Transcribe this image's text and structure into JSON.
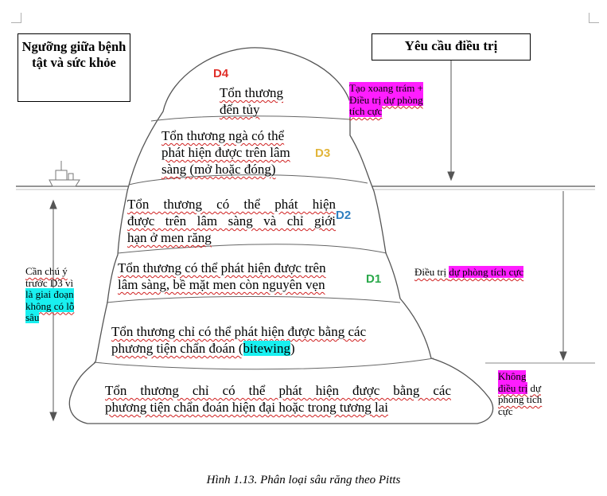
{
  "threshold_box": "Ngưỡng giữa bệnh tật và sức khỏe",
  "treatment_box": "Yêu cầu điều trị",
  "levels": {
    "d4_tag": "D4",
    "d4_text": [
      "Tổn thương",
      "đến tủy"
    ],
    "d3_tag": "D3",
    "d3_text": [
      "Tổn thương ngà có thể",
      "phát hiện được trên lâm",
      "sàng (mở hoặc đóng)"
    ],
    "d2_tag": "D2",
    "d2_text": [
      "Tổn thương có thể phát hiện",
      "được trên lâm sàng và chỉ giới",
      "hạn ở men răng"
    ],
    "d1_tag": "D1",
    "d1_text": [
      "Tổn thương có thể phát hiện được trên",
      "lâm sàng, bề mặt men còn nguyên vẹn"
    ],
    "bitewing_line1": "Tổn thương chỉ có thể phát hiện được bằng các",
    "bitewing_line2_prefix": "phương tiện chẩn đoán (",
    "bitewing_word": "bitewing",
    "bitewing_line2_suffix": ")",
    "future_text": [
      "Tổn thương chỉ có thể phát hiện được bằng các",
      "phương tiện chẩn đoán hiện đại hoặc trong tương lai"
    ]
  },
  "notes": {
    "restore": [
      "Tạo xoang trám +",
      "Điều trị dự phòng",
      "tích cực"
    ],
    "prevent_prefix": "Điều trị ",
    "prevent_highlight": "dự phòng tích cực",
    "left_plain": [
      "Cần chú ý",
      "trước D3 vì"
    ],
    "left_highlight": [
      "là giai đoạn",
      "không có lỗ",
      "sâu"
    ],
    "none_lines": [
      "Không",
      "điều trị",
      "dự",
      "phòng tích",
      "cực"
    ]
  },
  "caption": "Hình 1.13. Phân loại sâu răng theo Pitts",
  "colors": {
    "magenta_highlight": "#ff1dff",
    "cyan_highlight": "#19f0f0",
    "d4_color": "#e0302a",
    "d3_color": "#e2b53a",
    "d2_color": "#2f7fbf",
    "d1_color": "#2aa84a"
  }
}
